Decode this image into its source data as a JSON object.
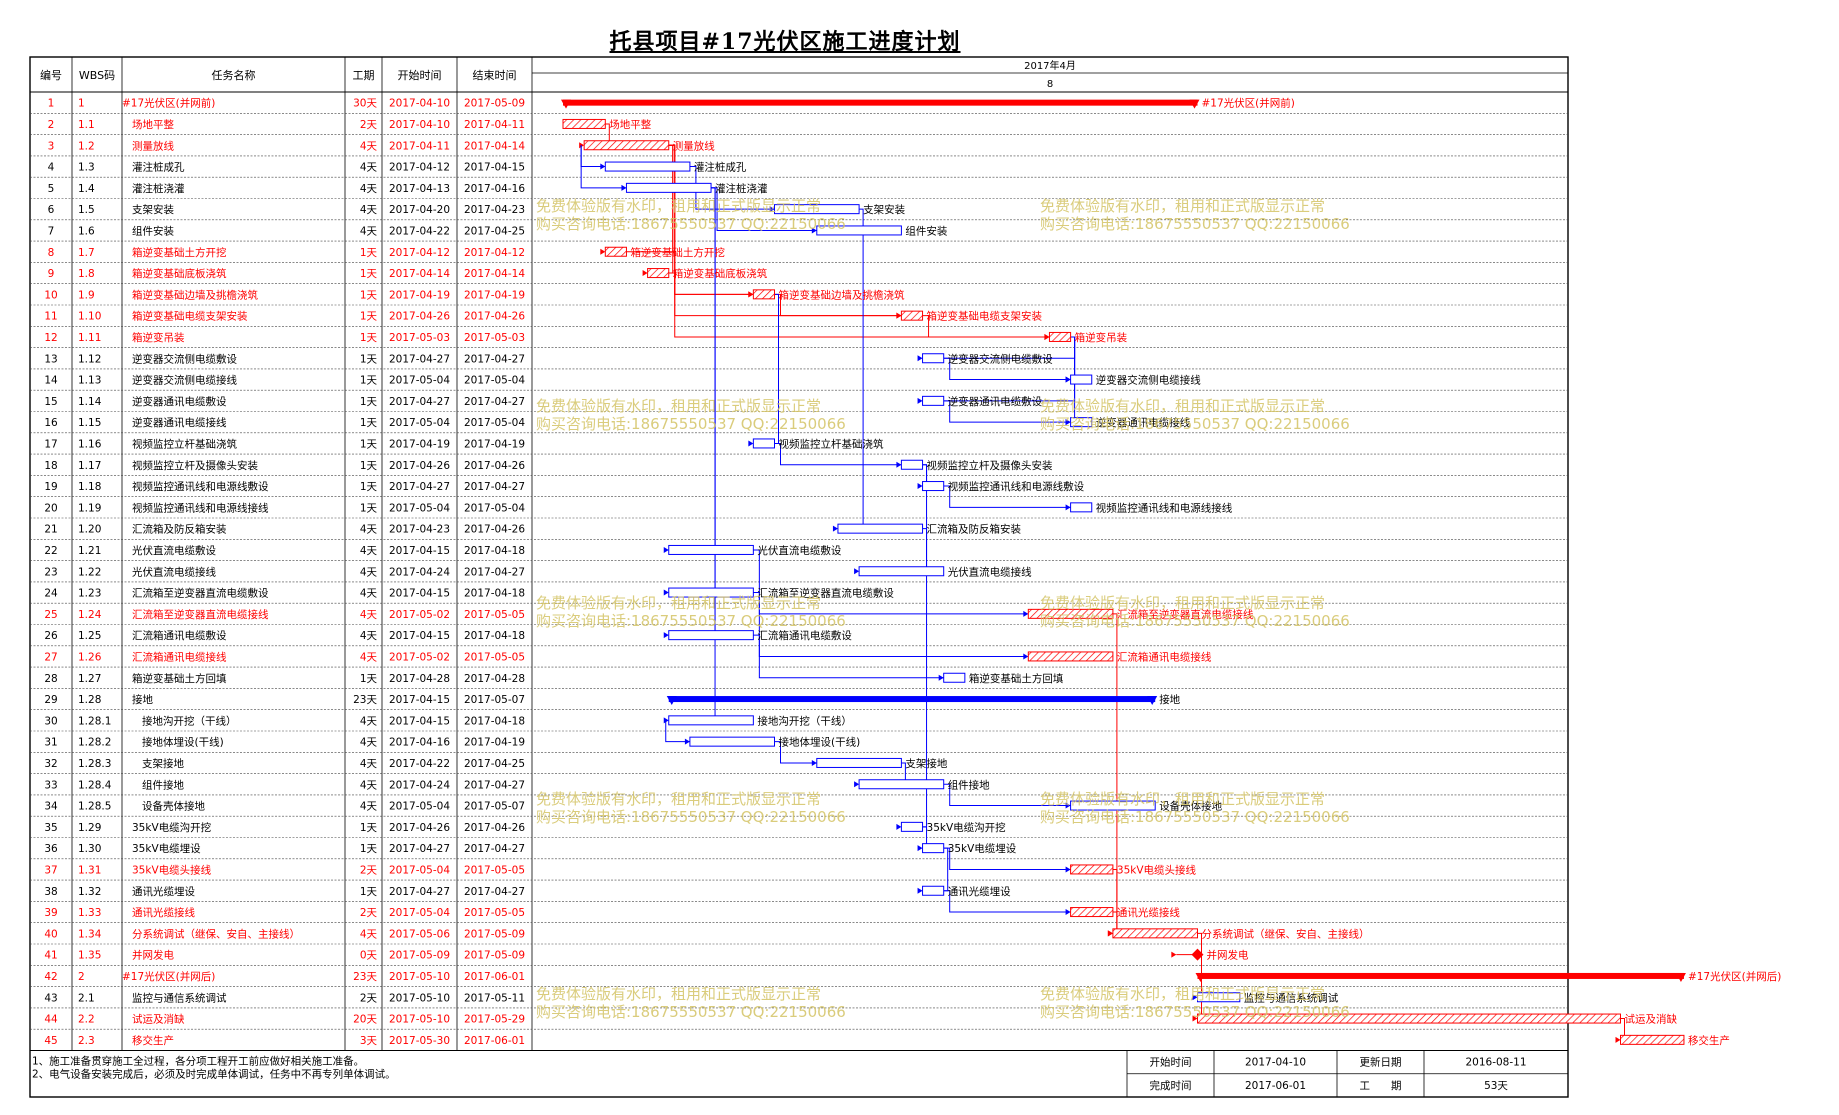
{
  "title": "托县项目#17光伏区施工进度计划",
  "header": {
    "id": "编号",
    "wbs": "WBS码",
    "name": "任务名称",
    "dur": "工期",
    "start": "开始时间",
    "end": "结束时间",
    "month": "2017年4月",
    "week": "8"
  },
  "chart_data": {
    "type": "gantt",
    "title": "托县项目#17光伏区施工进度计划",
    "month_label": "2017年4月",
    "week_label": "8",
    "axis": {
      "start": "2017-04-10",
      "end": "2017-06-01"
    },
    "tasks": [
      {
        "id": "1",
        "wbs": "1",
        "name": "#17光伏区(并网前)",
        "dur": "30天",
        "start": "2017-04-10",
        "end": "2017-05-09",
        "crit": true,
        "kind": "summary"
      },
      {
        "id": "2",
        "wbs": "1.1",
        "name": "场地平整",
        "dur": "2天",
        "start": "2017-04-10",
        "end": "2017-04-11",
        "crit": true,
        "kind": "task",
        "indent": 1
      },
      {
        "id": "3",
        "wbs": "1.2",
        "name": "测量放线",
        "dur": "4天",
        "start": "2017-04-11",
        "end": "2017-04-14",
        "crit": true,
        "kind": "task",
        "indent": 1
      },
      {
        "id": "4",
        "wbs": "1.3",
        "name": "灌注桩成孔",
        "dur": "4天",
        "start": "2017-04-12",
        "end": "2017-04-15",
        "crit": false,
        "kind": "task",
        "indent": 1
      },
      {
        "id": "5",
        "wbs": "1.4",
        "name": "灌注桩浇灌",
        "dur": "4天",
        "start": "2017-04-13",
        "end": "2017-04-16",
        "crit": false,
        "kind": "task",
        "indent": 1
      },
      {
        "id": "6",
        "wbs": "1.5",
        "name": "支架安装",
        "dur": "4天",
        "start": "2017-04-20",
        "end": "2017-04-23",
        "crit": false,
        "kind": "task",
        "indent": 1
      },
      {
        "id": "7",
        "wbs": "1.6",
        "name": "组件安装",
        "dur": "4天",
        "start": "2017-04-22",
        "end": "2017-04-25",
        "crit": false,
        "kind": "task",
        "indent": 1
      },
      {
        "id": "8",
        "wbs": "1.7",
        "name": "箱逆变基础土方开挖",
        "dur": "1天",
        "start": "2017-04-12",
        "end": "2017-04-12",
        "crit": true,
        "kind": "task",
        "indent": 1
      },
      {
        "id": "9",
        "wbs": "1.8",
        "name": "箱逆变基础底板浇筑",
        "dur": "1天",
        "start": "2017-04-14",
        "end": "2017-04-14",
        "crit": true,
        "kind": "task",
        "indent": 1
      },
      {
        "id": "10",
        "wbs": "1.9",
        "name": "箱逆变基础边墙及挑檐浇筑",
        "dur": "1天",
        "start": "2017-04-19",
        "end": "2017-04-19",
        "crit": true,
        "kind": "task",
        "indent": 1
      },
      {
        "id": "11",
        "wbs": "1.10",
        "name": "箱逆变基础电缆支架安装",
        "dur": "1天",
        "start": "2017-04-26",
        "end": "2017-04-26",
        "crit": true,
        "kind": "task",
        "indent": 1
      },
      {
        "id": "12",
        "wbs": "1.11",
        "name": "箱逆变吊装",
        "dur": "1天",
        "start": "2017-05-03",
        "end": "2017-05-03",
        "crit": true,
        "kind": "task",
        "indent": 1
      },
      {
        "id": "13",
        "wbs": "1.12",
        "name": "逆变器交流侧电缆敷设",
        "dur": "1天",
        "start": "2017-04-27",
        "end": "2017-04-27",
        "crit": false,
        "kind": "task",
        "indent": 1
      },
      {
        "id": "14",
        "wbs": "1.13",
        "name": "逆变器交流侧电缆接线",
        "dur": "1天",
        "start": "2017-05-04",
        "end": "2017-05-04",
        "crit": false,
        "kind": "task",
        "indent": 1
      },
      {
        "id": "15",
        "wbs": "1.14",
        "name": "逆变器通讯电缆敷设",
        "dur": "1天",
        "start": "2017-04-27",
        "end": "2017-04-27",
        "crit": false,
        "kind": "task",
        "indent": 1
      },
      {
        "id": "16",
        "wbs": "1.15",
        "name": "逆变器通讯电缆接线",
        "dur": "1天",
        "start": "2017-05-04",
        "end": "2017-05-04",
        "crit": false,
        "kind": "task",
        "indent": 1
      },
      {
        "id": "17",
        "wbs": "1.16",
        "name": "视频监控立杆基础浇筑",
        "dur": "1天",
        "start": "2017-04-19",
        "end": "2017-04-19",
        "crit": false,
        "kind": "task",
        "indent": 1
      },
      {
        "id": "18",
        "wbs": "1.17",
        "name": "视频监控立杆及摄像头安装",
        "dur": "1天",
        "start": "2017-04-26",
        "end": "2017-04-26",
        "crit": false,
        "kind": "task",
        "indent": 1
      },
      {
        "id": "19",
        "wbs": "1.18",
        "name": "视频监控通讯线和电源线敷设",
        "dur": "1天",
        "start": "2017-04-27",
        "end": "2017-04-27",
        "crit": false,
        "kind": "task",
        "indent": 1
      },
      {
        "id": "20",
        "wbs": "1.19",
        "name": "视频监控通讯线和电源线接线",
        "dur": "1天",
        "start": "2017-05-04",
        "end": "2017-05-04",
        "crit": false,
        "kind": "task",
        "indent": 1
      },
      {
        "id": "21",
        "wbs": "1.20",
        "name": "汇流箱及防反箱安装",
        "dur": "4天",
        "start": "2017-04-23",
        "end": "2017-04-26",
        "crit": false,
        "kind": "task",
        "indent": 1
      },
      {
        "id": "22",
        "wbs": "1.21",
        "name": "光伏直流电缆敷设",
        "dur": "4天",
        "start": "2017-04-15",
        "end": "2017-04-18",
        "crit": false,
        "kind": "task",
        "indent": 1
      },
      {
        "id": "23",
        "wbs": "1.22",
        "name": "光伏直流电缆接线",
        "dur": "4天",
        "start": "2017-04-24",
        "end": "2017-04-27",
        "crit": false,
        "kind": "task",
        "indent": 1
      },
      {
        "id": "24",
        "wbs": "1.23",
        "name": "汇流箱至逆变器直流电缆敷设",
        "dur": "4天",
        "start": "2017-04-15",
        "end": "2017-04-18",
        "crit": false,
        "kind": "task",
        "indent": 1
      },
      {
        "id": "25",
        "wbs": "1.24",
        "name": "汇流箱至逆变器直流电缆接线",
        "dur": "4天",
        "start": "2017-05-02",
        "end": "2017-05-05",
        "crit": true,
        "kind": "task",
        "indent": 1
      },
      {
        "id": "26",
        "wbs": "1.25",
        "name": "汇流箱通讯电缆敷设",
        "dur": "4天",
        "start": "2017-04-15",
        "end": "2017-04-18",
        "crit": false,
        "kind": "task",
        "indent": 1
      },
      {
        "id": "27",
        "wbs": "1.26",
        "name": "汇流箱通讯电缆接线",
        "dur": "4天",
        "start": "2017-05-02",
        "end": "2017-05-05",
        "crit": true,
        "kind": "task",
        "indent": 1
      },
      {
        "id": "28",
        "wbs": "1.27",
        "name": "箱逆变基础土方回填",
        "dur": "1天",
        "start": "2017-04-28",
        "end": "2017-04-28",
        "crit": false,
        "kind": "task",
        "indent": 1
      },
      {
        "id": "29",
        "wbs": "1.28",
        "name": "接地",
        "dur": "23天",
        "start": "2017-04-15",
        "end": "2017-05-07",
        "crit": false,
        "kind": "summary",
        "indent": 1
      },
      {
        "id": "30",
        "wbs": "1.28.1",
        "name": "接地沟开挖（干线）",
        "dur": "4天",
        "start": "2017-04-15",
        "end": "2017-04-18",
        "crit": false,
        "kind": "task",
        "indent": 2
      },
      {
        "id": "31",
        "wbs": "1.28.2",
        "name": "接地体埋设(干线)",
        "dur": "4天",
        "start": "2017-04-16",
        "end": "2017-04-19",
        "crit": false,
        "kind": "task",
        "indent": 2
      },
      {
        "id": "32",
        "wbs": "1.28.3",
        "name": "支架接地",
        "dur": "4天",
        "start": "2017-04-22",
        "end": "2017-04-25",
        "crit": false,
        "kind": "task",
        "indent": 2
      },
      {
        "id": "33",
        "wbs": "1.28.4",
        "name": "组件接地",
        "dur": "4天",
        "start": "2017-04-24",
        "end": "2017-04-27",
        "crit": false,
        "kind": "task",
        "indent": 2
      },
      {
        "id": "34",
        "wbs": "1.28.5",
        "name": "设备壳体接地",
        "dur": "4天",
        "start": "2017-05-04",
        "end": "2017-05-07",
        "crit": false,
        "kind": "task",
        "indent": 2
      },
      {
        "id": "35",
        "wbs": "1.29",
        "name": "35kV电缆沟开挖",
        "dur": "1天",
        "start": "2017-04-26",
        "end": "2017-04-26",
        "crit": false,
        "kind": "task",
        "indent": 1
      },
      {
        "id": "36",
        "wbs": "1.30",
        "name": "35kV电缆埋设",
        "dur": "1天",
        "start": "2017-04-27",
        "end": "2017-04-27",
        "crit": false,
        "kind": "task",
        "indent": 1
      },
      {
        "id": "37",
        "wbs": "1.31",
        "name": "35kV电缆头接线",
        "dur": "2天",
        "start": "2017-05-04",
        "end": "2017-05-05",
        "crit": true,
        "kind": "task",
        "indent": 1
      },
      {
        "id": "38",
        "wbs": "1.32",
        "name": "通讯光缆埋设",
        "dur": "1天",
        "start": "2017-04-27",
        "end": "2017-04-27",
        "crit": false,
        "kind": "task",
        "indent": 1
      },
      {
        "id": "39",
        "wbs": "1.33",
        "name": "通讯光缆接线",
        "dur": "2天",
        "start": "2017-05-04",
        "end": "2017-05-05",
        "crit": true,
        "kind": "task",
        "indent": 1
      },
      {
        "id": "40",
        "wbs": "1.34",
        "name": "分系统调试（继保、安自、主接线）",
        "dur": "4天",
        "start": "2017-05-06",
        "end": "2017-05-09",
        "crit": true,
        "kind": "task",
        "indent": 1
      },
      {
        "id": "41",
        "wbs": "1.35",
        "name": "并网发电",
        "dur": "0天",
        "start": "2017-05-09",
        "end": "2017-05-09",
        "crit": true,
        "kind": "milestone",
        "indent": 1
      },
      {
        "id": "42",
        "wbs": "2",
        "name": "#17光伏区(并网后)",
        "dur": "23天",
        "start": "2017-05-10",
        "end": "2017-06-01",
        "crit": true,
        "kind": "summary"
      },
      {
        "id": "43",
        "wbs": "2.1",
        "name": "监控与通信系统调试",
        "dur": "2天",
        "start": "2017-05-10",
        "end": "2017-05-11",
        "crit": false,
        "kind": "task",
        "indent": 1
      },
      {
        "id": "44",
        "wbs": "2.2",
        "name": "试运及消缺",
        "dur": "20天",
        "start": "2017-05-10",
        "end": "2017-05-29",
        "crit": true,
        "kind": "task",
        "indent": 1
      },
      {
        "id": "45",
        "wbs": "2.3",
        "name": "移交生产",
        "dur": "3天",
        "start": "2017-05-30",
        "end": "2017-06-01",
        "crit": true,
        "kind": "task",
        "indent": 1
      }
    ]
  },
  "footer": {
    "notes": [
      "1、施工准备贯穿施工全过程，各分项工程开工前应做好相关施工准备。",
      "2、电气设备安装完成后，必须及时完成单体调试，任务中不再专列单体调试。"
    ],
    "start_label": "开始时间",
    "start_value": "2017-04-10",
    "finish_label": "完成时间",
    "finish_value": "2017-06-01",
    "update_label": "更新日期",
    "update_value": "2016-08-11",
    "dur_label": "工　　期",
    "dur_value": "53天"
  },
  "watermark": {
    "line1": "免费体验版有水印，租用和正式版显示正常",
    "line2": "购买咨询电话:18675550537 QQ:22150066"
  },
  "colors": {
    "critical": "#ff0000",
    "normal": "#0000ff",
    "text": "#000000",
    "grid": "#000000"
  }
}
